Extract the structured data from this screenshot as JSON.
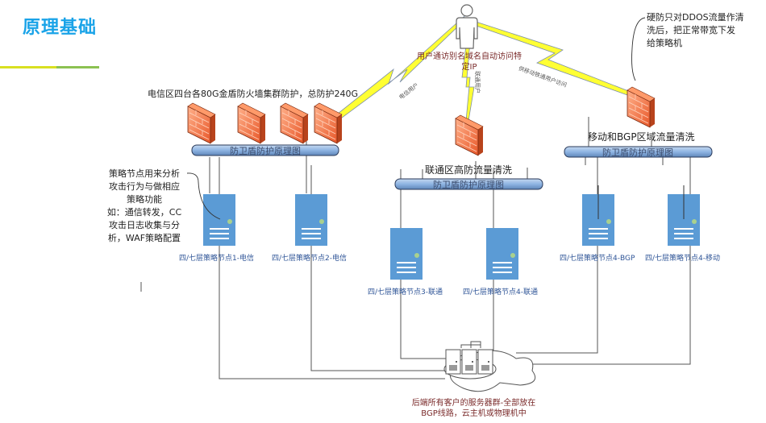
{
  "page": {
    "title": "原理基础",
    "colors": {
      "title": "#1aa3e8",
      "underline_left": "#d9e021",
      "underline_right": "#8cc152",
      "server": "#5b9bd5",
      "firewall": "#f47b4d",
      "bus": "#8eb4e3",
      "bolt": "#ffff33"
    }
  },
  "user": {
    "caption_line1": "用户通访别名域名自动访问特",
    "caption_line2": "定IP"
  },
  "connections": {
    "telecom": "电信用户",
    "unicom": "联通用户",
    "mobile": "供移动铁通用户访问"
  },
  "annotations": {
    "hard_defense": [
      "硬防只对DDOS流量作清",
      "洗后，把正常带宽下发",
      "给策略机"
    ],
    "strategy_node": [
      "策略节点用来分析",
      "攻击行为与做相应",
      "策略功能",
      "如：通信转发，CC",
      "攻击日志收集与分",
      "析，WAF策略配置"
    ]
  },
  "zones": [
    {
      "title": "电信区四台各80G金盾防火墙集群防护，总防护240G",
      "bus_label": "防卫盾防护原理图"
    },
    {
      "title": "联通区高防流量清洗",
      "bus_label": "防卫盾防护原理图"
    },
    {
      "title": "移动和BGP区域流量清洗",
      "bus_label": "防卫盾防护原理图"
    }
  ],
  "nodes": [
    "四/七层策略节点1-电信",
    "四/七层策略节点2-电信",
    "四/七层策略节点3-联通",
    "四/七层策略节点4-联通",
    "四/七层策略节点4-BGP",
    "四/七层策略节点4-移动"
  ],
  "backend": {
    "caption_line1": "后端所有客户的服务器群-全部放在",
    "caption_line2": "BGP线路，云主机或物理机中"
  }
}
